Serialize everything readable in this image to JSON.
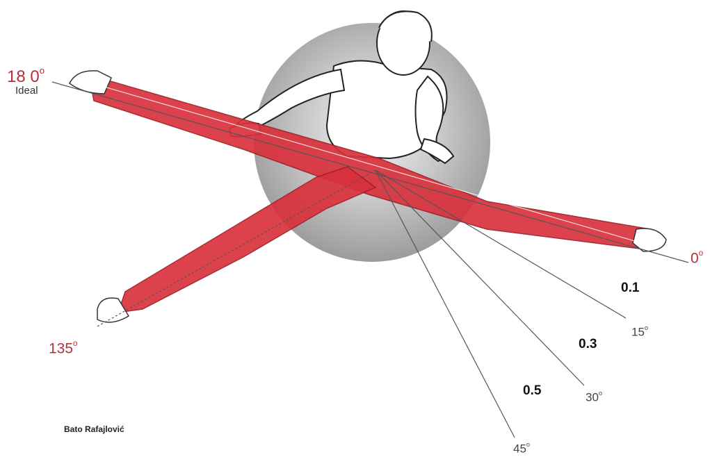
{
  "colors": {
    "legs": "#d8323c",
    "label_red": "#b5303a",
    "disc": "#8f8f8f",
    "lines": "#555555"
  },
  "illustration": {
    "subject_icon": "gymnast-in-straddle-split-icon"
  },
  "reference_labels": {
    "ideal_angle": "18 0",
    "ideal_text": "Ideal",
    "zero_angle": "0",
    "left_leg_angle": "135"
  },
  "deviation_lines": [
    {
      "angle": "15",
      "deduction": "0.1"
    },
    {
      "angle": "30",
      "deduction": "0.3"
    },
    {
      "angle": "45",
      "deduction": "0.5"
    }
  ],
  "degree_symbol": "o",
  "credit": "Bato Rafajlović"
}
